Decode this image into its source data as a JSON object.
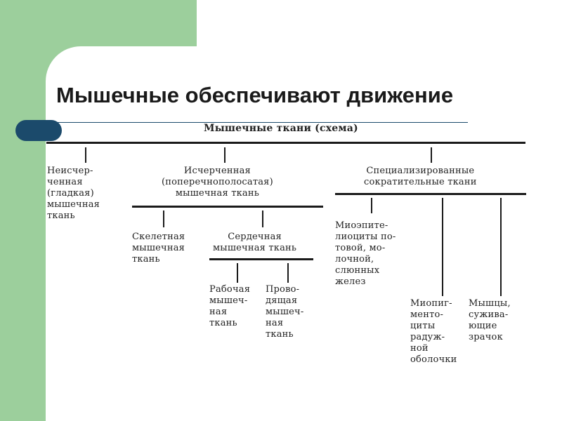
{
  "slide": {
    "title": "Мышечные обеспечивают движение"
  },
  "scheme": {
    "header": "Мышечные ткани (схема)",
    "smooth": "Неисчер-\nченная\n(гладкая)\nмышечная\nткань",
    "striated": "Исчерченная\n(поперечнополосатая)\nмышечная ткань",
    "specialized": "Специализированные\nсократительные ткани",
    "skeletal": "Скелетная\nмышечная\nткань",
    "cardiac": "Сердечная\nмышечная ткань",
    "working": "Рабочая\nмышеч-\nная\nткань",
    "conducting": "Прово-\nдящая\nмышеч-\nная\nткань",
    "myoepithelial": "Миоэпите-\nлиоциты по-\nтовой, мо-\nлочной,\nслюнных\nжелез",
    "myopigment": "Миопиг-\nменто-\nциты\nрадуж-\nной\nоболочки",
    "pupil": "Мышцы,\nсужива-\nющие\nзрачок"
  }
}
